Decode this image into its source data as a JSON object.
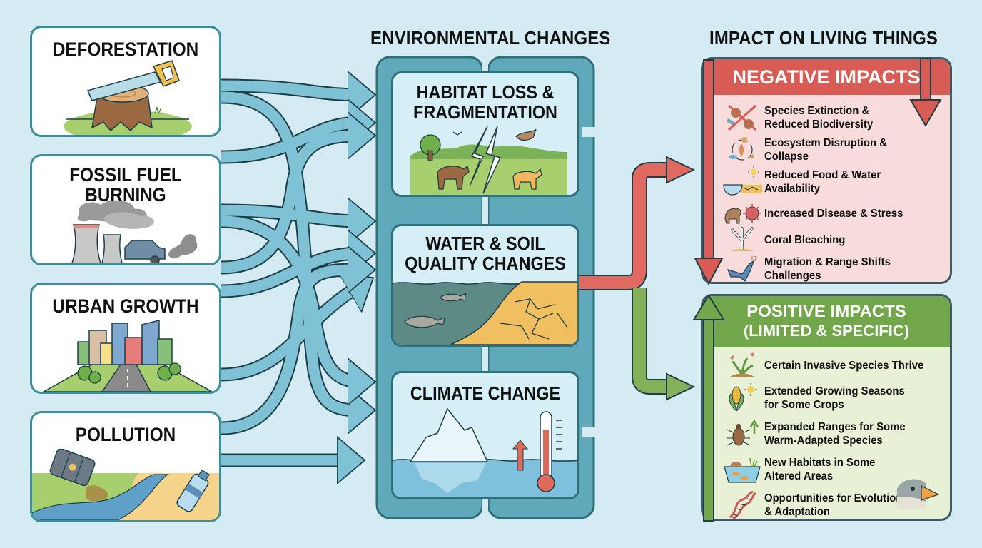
{
  "headings": {
    "environmental_changes": "ENVIRONMENTAL CHANGES",
    "impact_on_living_things": "IMPACT ON LIVING THINGS"
  },
  "causes": [
    {
      "label": "DEFORESTATION",
      "icon": "saw-stump-icon"
    },
    {
      "label_line1": "FOSSIL FUEL",
      "label_line2": "BURNING",
      "icon": "factory-car-smoke-icon"
    },
    {
      "label": "URBAN GROWTH",
      "icon": "city-road-icon"
    },
    {
      "label": "POLLUTION",
      "icon": "barrel-river-bottle-icon"
    }
  ],
  "environmental_changes": [
    {
      "label_line1": "HABITAT LOSS &",
      "label_line2": "FRAGMENTATION",
      "icon": "split-habitat-animals-icon"
    },
    {
      "label_line1": "WATER & SOIL",
      "label_line2": "QUALITY CHANGES",
      "icon": "water-cracked-soil-icon"
    },
    {
      "label": "CLIMATE CHANGE",
      "icon": "iceberg-thermometer-icon"
    }
  ],
  "negative_impacts": {
    "title": "NEGATIVE IMPACTS",
    "color": "#d85c55",
    "items": [
      {
        "line1": "Species Extinction &",
        "line2": "Reduced Biodiversity",
        "icon": "crossed-out-animals-icon"
      },
      {
        "line1": "Ecosystem Disruption & Collapse",
        "line2": "",
        "icon": "food-cycle-icon"
      },
      {
        "line1": "Reduced Food & Water",
        "line2": "Availability",
        "icon": "empty-bowl-drought-icon"
      },
      {
        "line1": "Increased Disease & Stress",
        "line2": "",
        "icon": "animal-virus-icon"
      },
      {
        "line1": "Coral Bleaching",
        "line2": "",
        "icon": "bleached-coral-icon"
      },
      {
        "line1": "Migration & Range Shifts",
        "line2": "Challenges",
        "icon": "confused-bird-icon"
      }
    ]
  },
  "positive_impacts": {
    "title": "POSITIVE IMPACTS",
    "subtitle": "(LIMITED & SPECIFIC)",
    "color": "#72a64a",
    "items": [
      {
        "line1": "Certain Invasive Species Thrive",
        "line2": "",
        "icon": "spreading-plant-icon"
      },
      {
        "line1": "Extended Growing Seasons",
        "line2": "for Some Crops",
        "icon": "corn-sun-icon"
      },
      {
        "line1": "Expanded Ranges for Some",
        "line2": "Warm-Adapted Species",
        "icon": "beetle-up-arrow-icon"
      },
      {
        "line1": "New Habitats in Some",
        "line2": "Altered Areas",
        "icon": "pond-habitat-icon"
      },
      {
        "line1": "Opportunities for Evolution",
        "line2": "& Adaptation",
        "icon": "dna-icon"
      }
    ]
  },
  "colors": {
    "background": "#d4ebf3",
    "flow_arrow": "#7fc2d6",
    "column": "#5fa9ba",
    "negative": "#d85c55",
    "positive": "#72a64a"
  }
}
